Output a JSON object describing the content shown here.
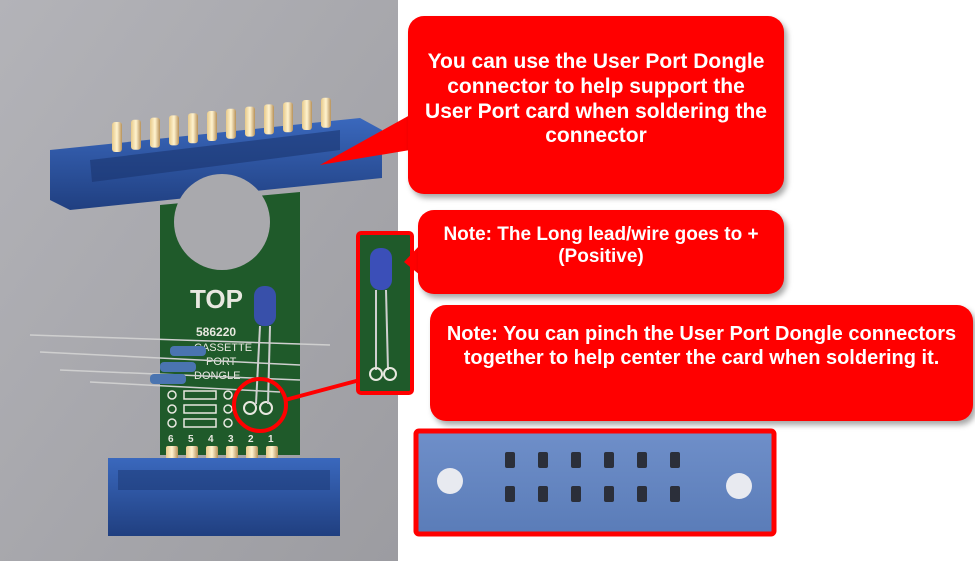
{
  "callouts": {
    "support": "You can use the User Port Dongle connector to help support the User Port card when soldering the connector",
    "long_lead": "Note: The Long lead/wire goes to + (Positive)",
    "pinch": "Note: You can pinch the User Port Dongle connectors together to help center the card when soldering it."
  },
  "board": {
    "top_label": "TOP",
    "part_number": "586220",
    "name_line1": "CASSETTE",
    "name_line2": "PORT",
    "name_line3": "DONGLE",
    "pin_numbers": [
      "6",
      "5",
      "4",
      "3",
      "2",
      "1"
    ]
  },
  "colors": {
    "callout_red": "#ff0000",
    "pcb_green": "#1f5a2a",
    "connector_blue": "#2b57a6",
    "background_grey": "#a9a9ad"
  }
}
